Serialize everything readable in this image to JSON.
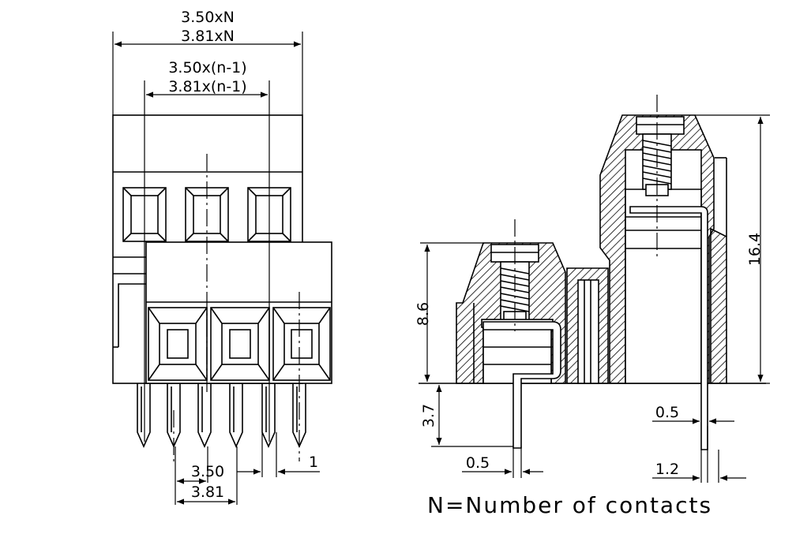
{
  "front_view": {
    "overall_width_label_1": "3.50xN",
    "overall_width_label_2": "3.81xN",
    "pitch_span_label_1": "3.50x(n-1)",
    "pitch_span_label_2": "3.81x(n-1)",
    "pin_pitch_label_1": "3.50",
    "pin_pitch_label_2": "3.81",
    "pin_width_label": "1"
  },
  "side_view": {
    "body_height_label": "8.6",
    "overall_height_label": "16.4",
    "pin_length_label": "3.7",
    "pin_thickness_label_left": "0.5",
    "pin_thickness_label_right": "0.5",
    "pin_width_label_right": "1.2"
  },
  "note": "N=Number of contacts",
  "colors": {
    "line": "#000000",
    "background": "#ffffff"
  }
}
